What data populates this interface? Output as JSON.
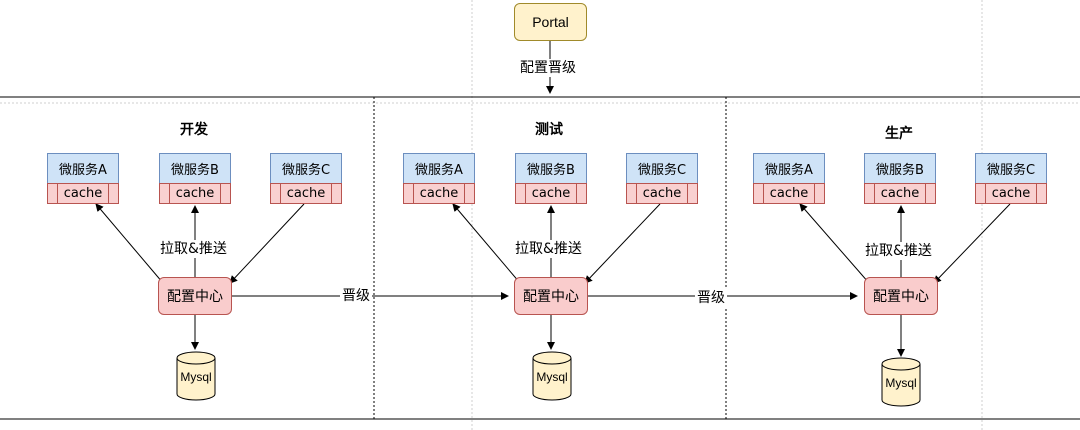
{
  "portal": {
    "label": "Portal"
  },
  "promote_label_top": "配置晋级",
  "promote_label": "晋级",
  "pull_push_label": "拉取&推送",
  "config_center_label": "配置中心",
  "db_label": "Mysql",
  "environments": [
    {
      "title": "开发",
      "services": [
        {
          "name": "微服务A",
          "cache": "cache"
        },
        {
          "name": "微服务B",
          "cache": "cache"
        },
        {
          "name": "微服务C",
          "cache": "cache"
        }
      ]
    },
    {
      "title": "测试",
      "services": [
        {
          "name": "微服务A",
          "cache": "cache"
        },
        {
          "name": "微服务B",
          "cache": "cache"
        },
        {
          "name": "微服务C",
          "cache": "cache"
        }
      ]
    },
    {
      "title": "生产",
      "services": [
        {
          "name": "微服务A",
          "cache": "cache"
        },
        {
          "name": "微服务B",
          "cache": "cache"
        },
        {
          "name": "微服务C",
          "cache": "cache"
        }
      ]
    }
  ],
  "colors": {
    "portal_fill": "#fff2cc",
    "service_fill": "#cfe3f7",
    "cache_fill": "#f9d0d0",
    "config_fill": "#f9cccc",
    "db_fill": "#fff2cc"
  }
}
